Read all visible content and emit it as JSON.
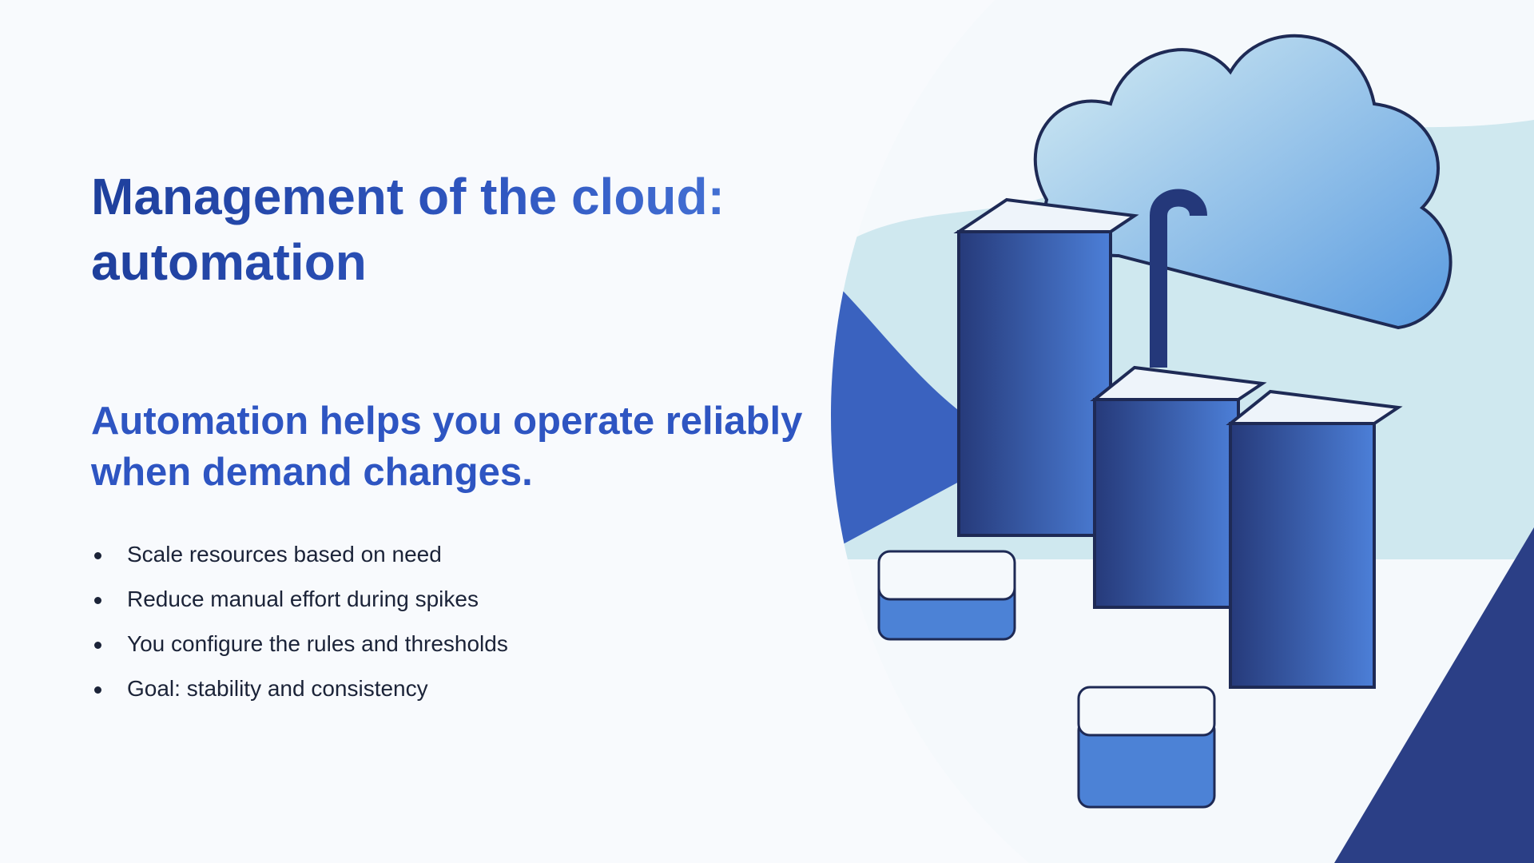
{
  "slide": {
    "title": "Management of the cloud: automation",
    "subtitle": "Automation helps you operate reliably when demand changes.",
    "bullets": [
      "Scale resources based on need",
      "Reduce manual effort during spikes",
      "You configure the rules and thresholds",
      "Goal: stability and consistency"
    ]
  },
  "colors": {
    "title": "#2a4fb8",
    "subtitle": "#2e55c2",
    "body": "#1b2338",
    "accent": "#3f6fd0"
  },
  "illustration": {
    "icon": "cloud-servers-illustration"
  }
}
